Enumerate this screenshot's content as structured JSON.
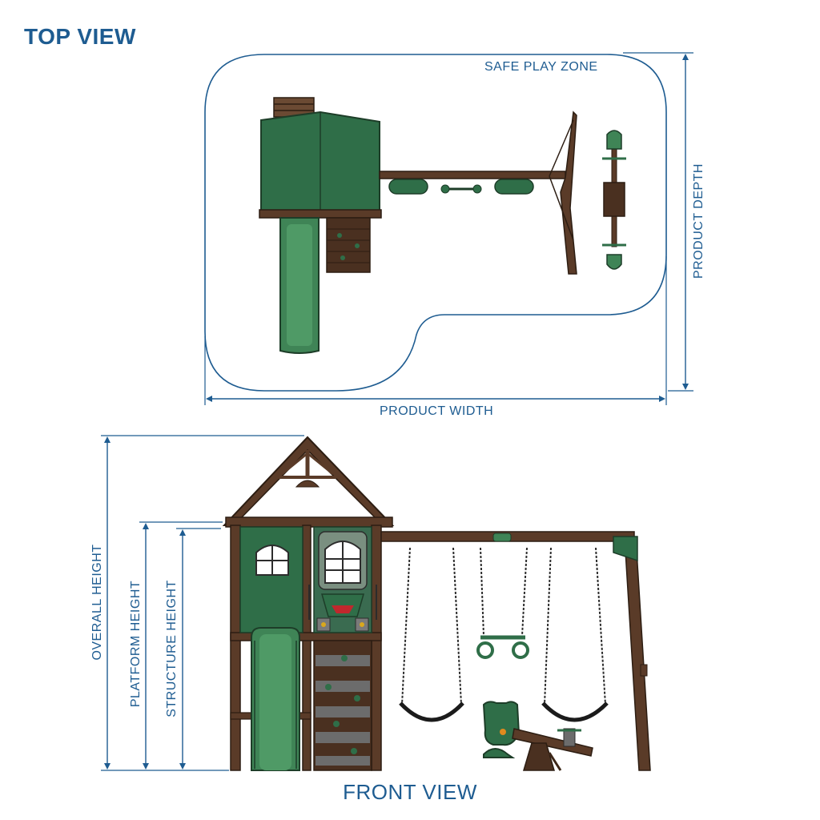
{
  "titles": {
    "top_view": "TOP VIEW",
    "front_view": "FRONT VIEW"
  },
  "labels": {
    "safe_play_zone": "SAFE PLAY ZONE",
    "product_width": "PRODUCT WIDTH",
    "product_depth": "PRODUCT DEPTH",
    "overall_height": "OVERALL HEIGHT",
    "platform_height": "PLATFORM HEIGHT",
    "structure_height": "STRUCTURE HEIGHT"
  },
  "colors": {
    "dimension_blue": "#1e5c91",
    "wood_brown": "#5a3b28",
    "wood_dark": "#3d2718",
    "canopy_green": "#2f6e48",
    "slide_green": "#3f8456",
    "accent_red": "#c0282d"
  }
}
